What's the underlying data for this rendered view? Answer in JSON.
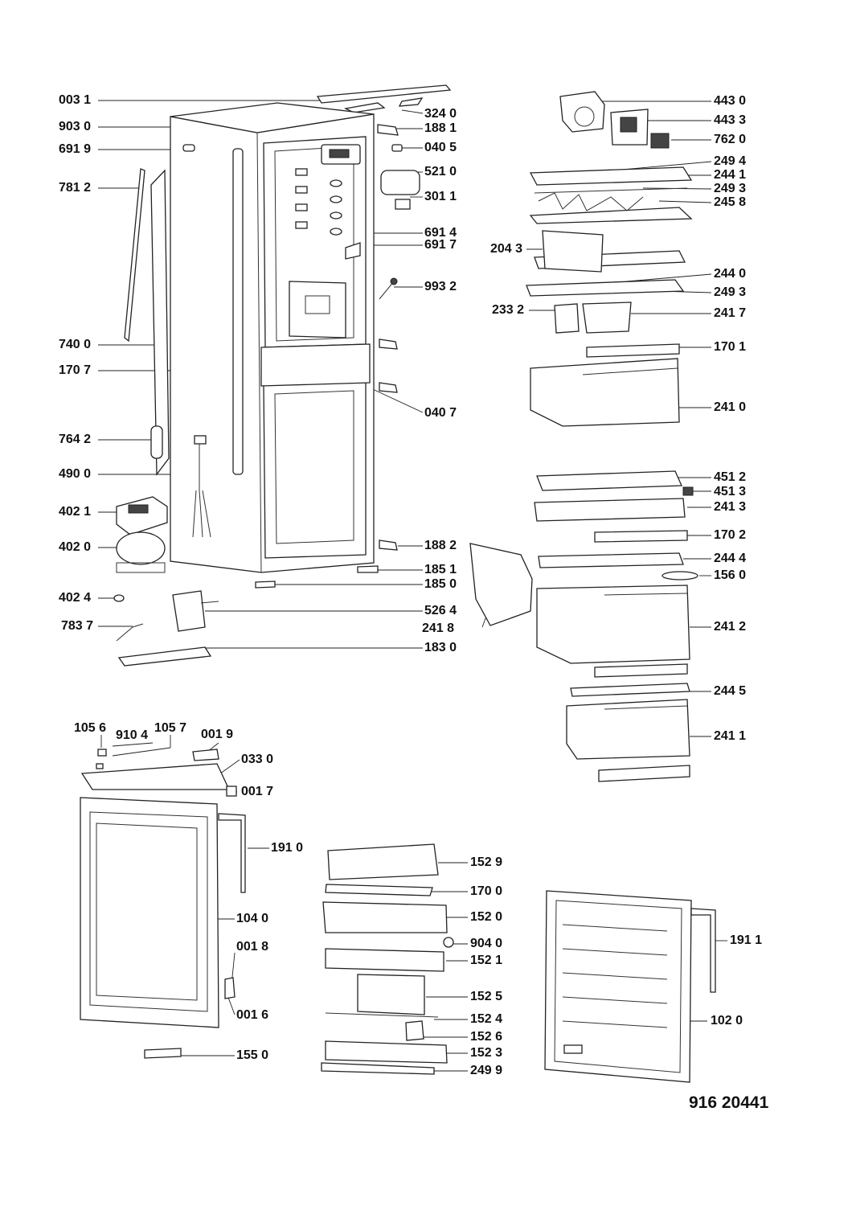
{
  "colors": {
    "ink": "#111111",
    "line": "#222222",
    "background": "#ffffff"
  },
  "document_number": "916 20441",
  "labels": {
    "l0031": "003 1",
    "l3240": "324 0",
    "l9030": "903 0",
    "l1881": "188 1",
    "l6919": "691 9",
    "l0405": "040 5",
    "l5210": "521 0",
    "l7812": "781 2",
    "l3011": "301 1",
    "l6914": "691 4",
    "l6917": "691 7",
    "l9932": "993 2",
    "l7400": "740 0",
    "l1707": "170 7",
    "l0407": "040 7",
    "l7642": "764 2",
    "l4900": "490 0",
    "l4021": "402 1",
    "l4020": "402 0",
    "l1882": "188 2",
    "l1851": "185 1",
    "l1850": "185 0",
    "l4024": "402 4",
    "l5264": "526 4",
    "l7837": "783 7",
    "l2418": "241 8",
    "l1830": "183 0",
    "l4430": "443 0",
    "l4433": "443 3",
    "l7620": "762 0",
    "l2494": "249 4",
    "l2441": "244 1",
    "l2493a": "249 3",
    "l2458": "245 8",
    "l2043": "204 3",
    "l2440": "244 0",
    "l2493b": "249 3",
    "l2332": "233 2",
    "l2417": "241 7",
    "l1701": "170 1",
    "l2410": "241 0",
    "l4512": "451 2",
    "l4513": "451 3",
    "l2413": "241 3",
    "l1702": "170 2",
    "l2444": "244 4",
    "l1560": "156 0",
    "l2412": "241 2",
    "l2445": "244 5",
    "l2411": "241 1",
    "l1056": "105 6",
    "l9104": "910 4",
    "l1057": "105 7",
    "l0019": "001 9",
    "l0330": "033 0",
    "l0017": "001 7",
    "l1910": "191 0",
    "l1040": "104 0",
    "l0018": "001 8",
    "l0016": "001 6",
    "l1550": "155 0",
    "l1529": "152 9",
    "l1700": "170 0",
    "l1520": "152 0",
    "l9040": "904 0",
    "l1521": "152 1",
    "l1525": "152 5",
    "l1524": "152 4",
    "l1526": "152 6",
    "l1523": "152 3",
    "l2499": "249 9",
    "l1911": "191 1",
    "l1020": "102 0"
  }
}
